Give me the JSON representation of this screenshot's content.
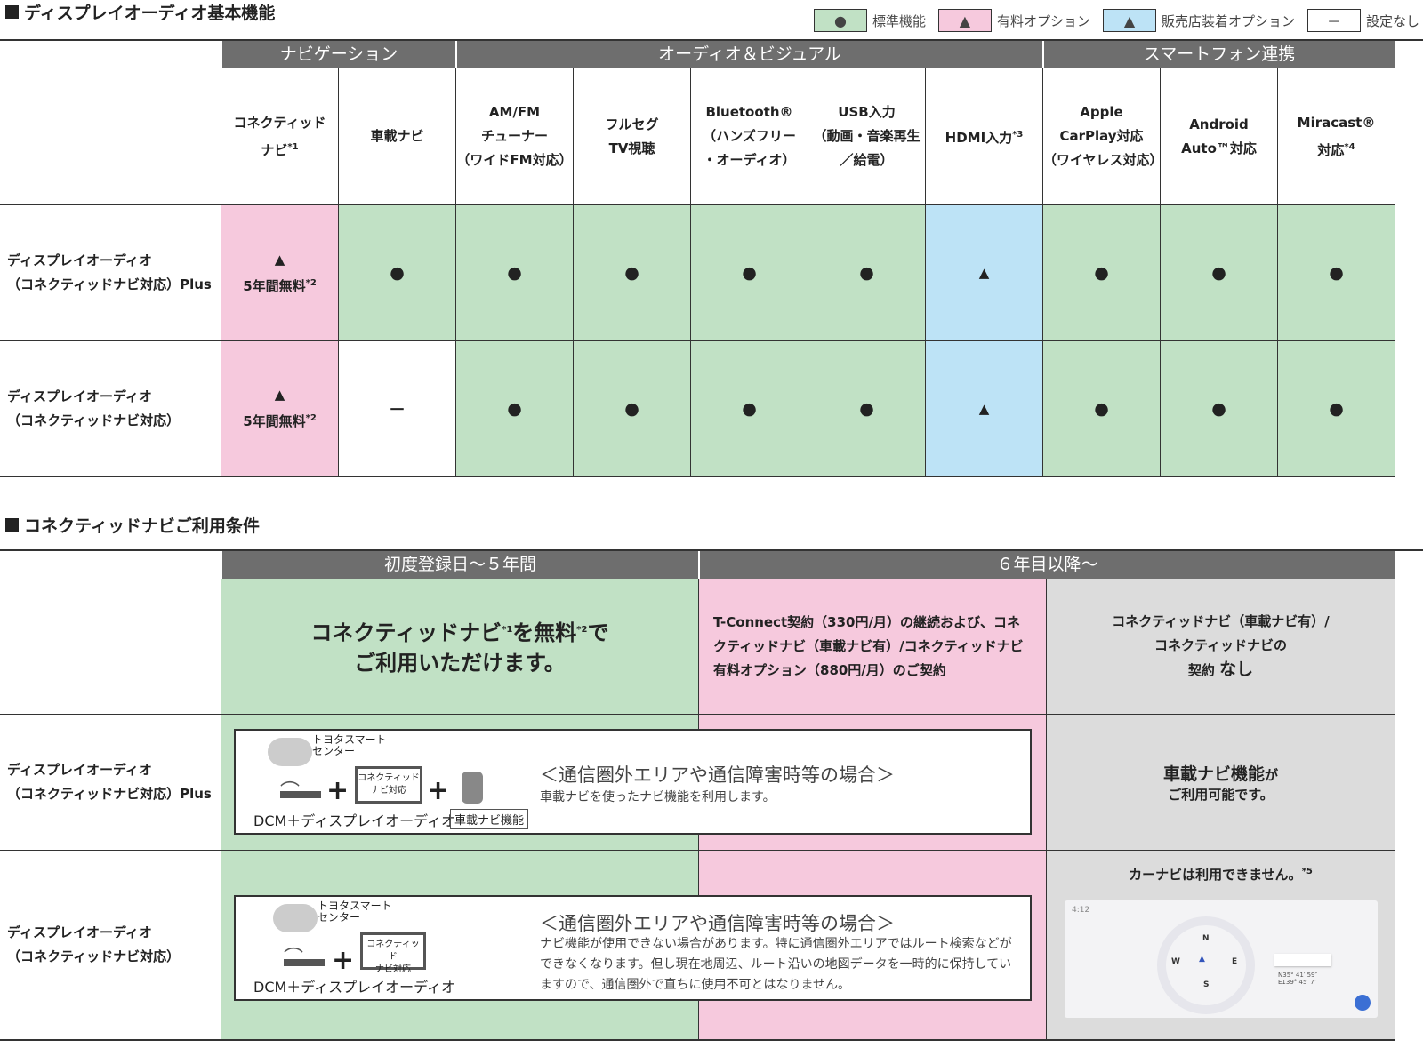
{
  "section1": {
    "title": "ディスプレイオーディオ基本機能"
  },
  "legend": [
    {
      "symbol": "●",
      "label": "標準機能",
      "color": "#c1e1c5"
    },
    {
      "symbol": "▲",
      "label": "有料オプション",
      "color": "#f6c9dd"
    },
    {
      "symbol": "▲",
      "label": "販売店装着オプション",
      "color": "#bde3f6"
    },
    {
      "symbol": "－",
      "label": "設定なし",
      "color": "#ffffff"
    }
  ],
  "groups": [
    {
      "label": "ナビゲーション",
      "span": 2
    },
    {
      "label": "オーディオ＆ビジュアル",
      "span": 5
    },
    {
      "label": "スマートフォン連携",
      "span": 3
    }
  ],
  "columns": [
    {
      "label": "コネクティッド\nナビ",
      "sup": "*1"
    },
    {
      "label": "車載ナビ",
      "sup": ""
    },
    {
      "label": "AM/FM\nチューナー\n（ワイドFM対応）",
      "sup": ""
    },
    {
      "label": "フルセグ\nTV視聴",
      "sup": ""
    },
    {
      "label": "Bluetooth®\n（ハンズフリー\n・オーディオ）",
      "sup": ""
    },
    {
      "label": "USB入力\n（動画・音楽再生\n／給電）",
      "sup": ""
    },
    {
      "label": "HDMI入力",
      "sup": "*3"
    },
    {
      "label": "Apple\nCarPlay対応\n（ワイヤレス対応）",
      "sup": ""
    },
    {
      "label": "Android\nAuto™対応",
      "sup": ""
    },
    {
      "label": "Miracast®\n対応",
      "sup": "*4"
    }
  ],
  "rows": [
    {
      "label": "ディスプレイオーディオ\n（コネクティッドナビ対応）Plus",
      "cells": [
        {
          "s": "▲",
          "c": "p",
          "note": "5年間無料",
          "sup": "*2"
        },
        {
          "s": "●",
          "c": "g"
        },
        {
          "s": "●",
          "c": "g"
        },
        {
          "s": "●",
          "c": "g"
        },
        {
          "s": "●",
          "c": "g"
        },
        {
          "s": "●",
          "c": "g"
        },
        {
          "s": "▲",
          "c": "b"
        },
        {
          "s": "●",
          "c": "g"
        },
        {
          "s": "●",
          "c": "g"
        },
        {
          "s": "●",
          "c": "g"
        }
      ]
    },
    {
      "label": "ディスプレイオーディオ\n（コネクティッドナビ対応）",
      "cells": [
        {
          "s": "▲",
          "c": "p",
          "note": "5年間無料",
          "sup": "*2"
        },
        {
          "s": "－",
          "c": "w"
        },
        {
          "s": "●",
          "c": "g"
        },
        {
          "s": "●",
          "c": "g"
        },
        {
          "s": "●",
          "c": "g"
        },
        {
          "s": "●",
          "c": "g"
        },
        {
          "s": "▲",
          "c": "b"
        },
        {
          "s": "●",
          "c": "g"
        },
        {
          "s": "●",
          "c": "g"
        },
        {
          "s": "●",
          "c": "g"
        }
      ]
    }
  ],
  "section2": {
    "title": "コネクティッドナビご利用条件",
    "period1": "初度登録日～５年間",
    "period2": "６年目以降～",
    "free_text_a": "コネクティッドナビ",
    "free_sup1": "*1",
    "free_text_b": "を無料",
    "free_sup2": "*2",
    "free_text_c": "で",
    "free_text_d": "ご利用いただけます。",
    "contract_text": "T-Connect契約（330円/月）の継続および、コネクティッドナビ（車載ナビ有）/コネクティッドナビ有料オプション（880円/月）のご契約",
    "no_contract_a": "コネクティッドナビ（車載ナビ有）/\nコネクティッドナビの\n契約 ",
    "no_contract_b": "なし",
    "row1_label": "ディスプレイオーディオ\n（コネクティッドナビ対応）Plus",
    "row2_label": "ディスプレイオーディオ\n（コネクティッドナビ対応）",
    "center_label": "トヨタスマート\nセンター",
    "device_box": "コネクティッド\nナビ対応",
    "dcm_label": "DCM＋ディスプレイオーディオ",
    "onboard_tag": "車載ナビ機能",
    "offline_title": "＜通信圏外エリアや通信障害時等の場合＞",
    "row1_offline": "車載ナビを使ったナビ機能を利用します。",
    "row2_offline": "ナビ機能が使用できない場合があります。特に通信圏外エリアではルート検索などができなくなります。但し現在地周辺、ルート沿いの地図データを一時的に保持していますので、通信圏外で直ちに使用不可とはなりません。",
    "row1_right_a": "車載ナビ機能",
    "row1_right_b": "が",
    "row1_right_c": "ご利用可能です。",
    "row2_right": "カーナビは利用できません。",
    "row2_right_sup": "*5",
    "screen": {
      "time": "4:12",
      "n": "N",
      "e": "E",
      "s": "S",
      "w": "W",
      "lat": "N35° 41′ 59″",
      "lon": "E139° 45′ 7″"
    }
  }
}
